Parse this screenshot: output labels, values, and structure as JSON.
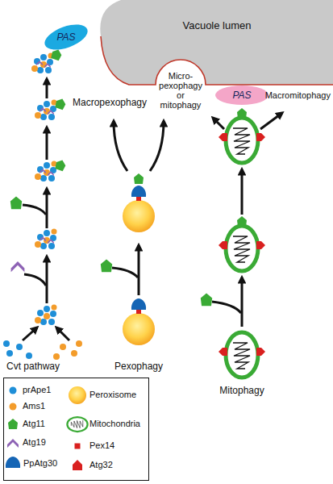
{
  "diagram": {
    "nodes": [
      {
        "text": [
          "Vacuole lumen"
        ]
      },
      {
        "text": [
          "PAS"
        ]
      },
      {
        "text": [
          "PAS"
        ]
      }
    ],
    "labels": [
      "Macropexophagy",
      "Micro- pexophagy or mitophagy",
      "Macromitophagy",
      "Cvt pathway",
      "Pexophagy",
      "Mitophagy"
    ],
    "legend": [
      {
        "text": "prApe1",
        "color": "#1f8fd8"
      },
      {
        "text": "Ams1",
        "color": "#f39c2b"
      },
      {
        "text": "Atg11",
        "color": "#3aaa35"
      },
      {
        "text": "Atg19",
        "color": "#8e63b5"
      },
      {
        "text": "PpAtg30",
        "color": "#1565b5"
      },
      {
        "text": "Peroxisome"
      },
      {
        "text": "Mitochondria"
      },
      {
        "text": "Pex14",
        "color": "#d9201f"
      },
      {
        "text": "Atg32",
        "color": "#d9201f"
      }
    ]
  }
}
